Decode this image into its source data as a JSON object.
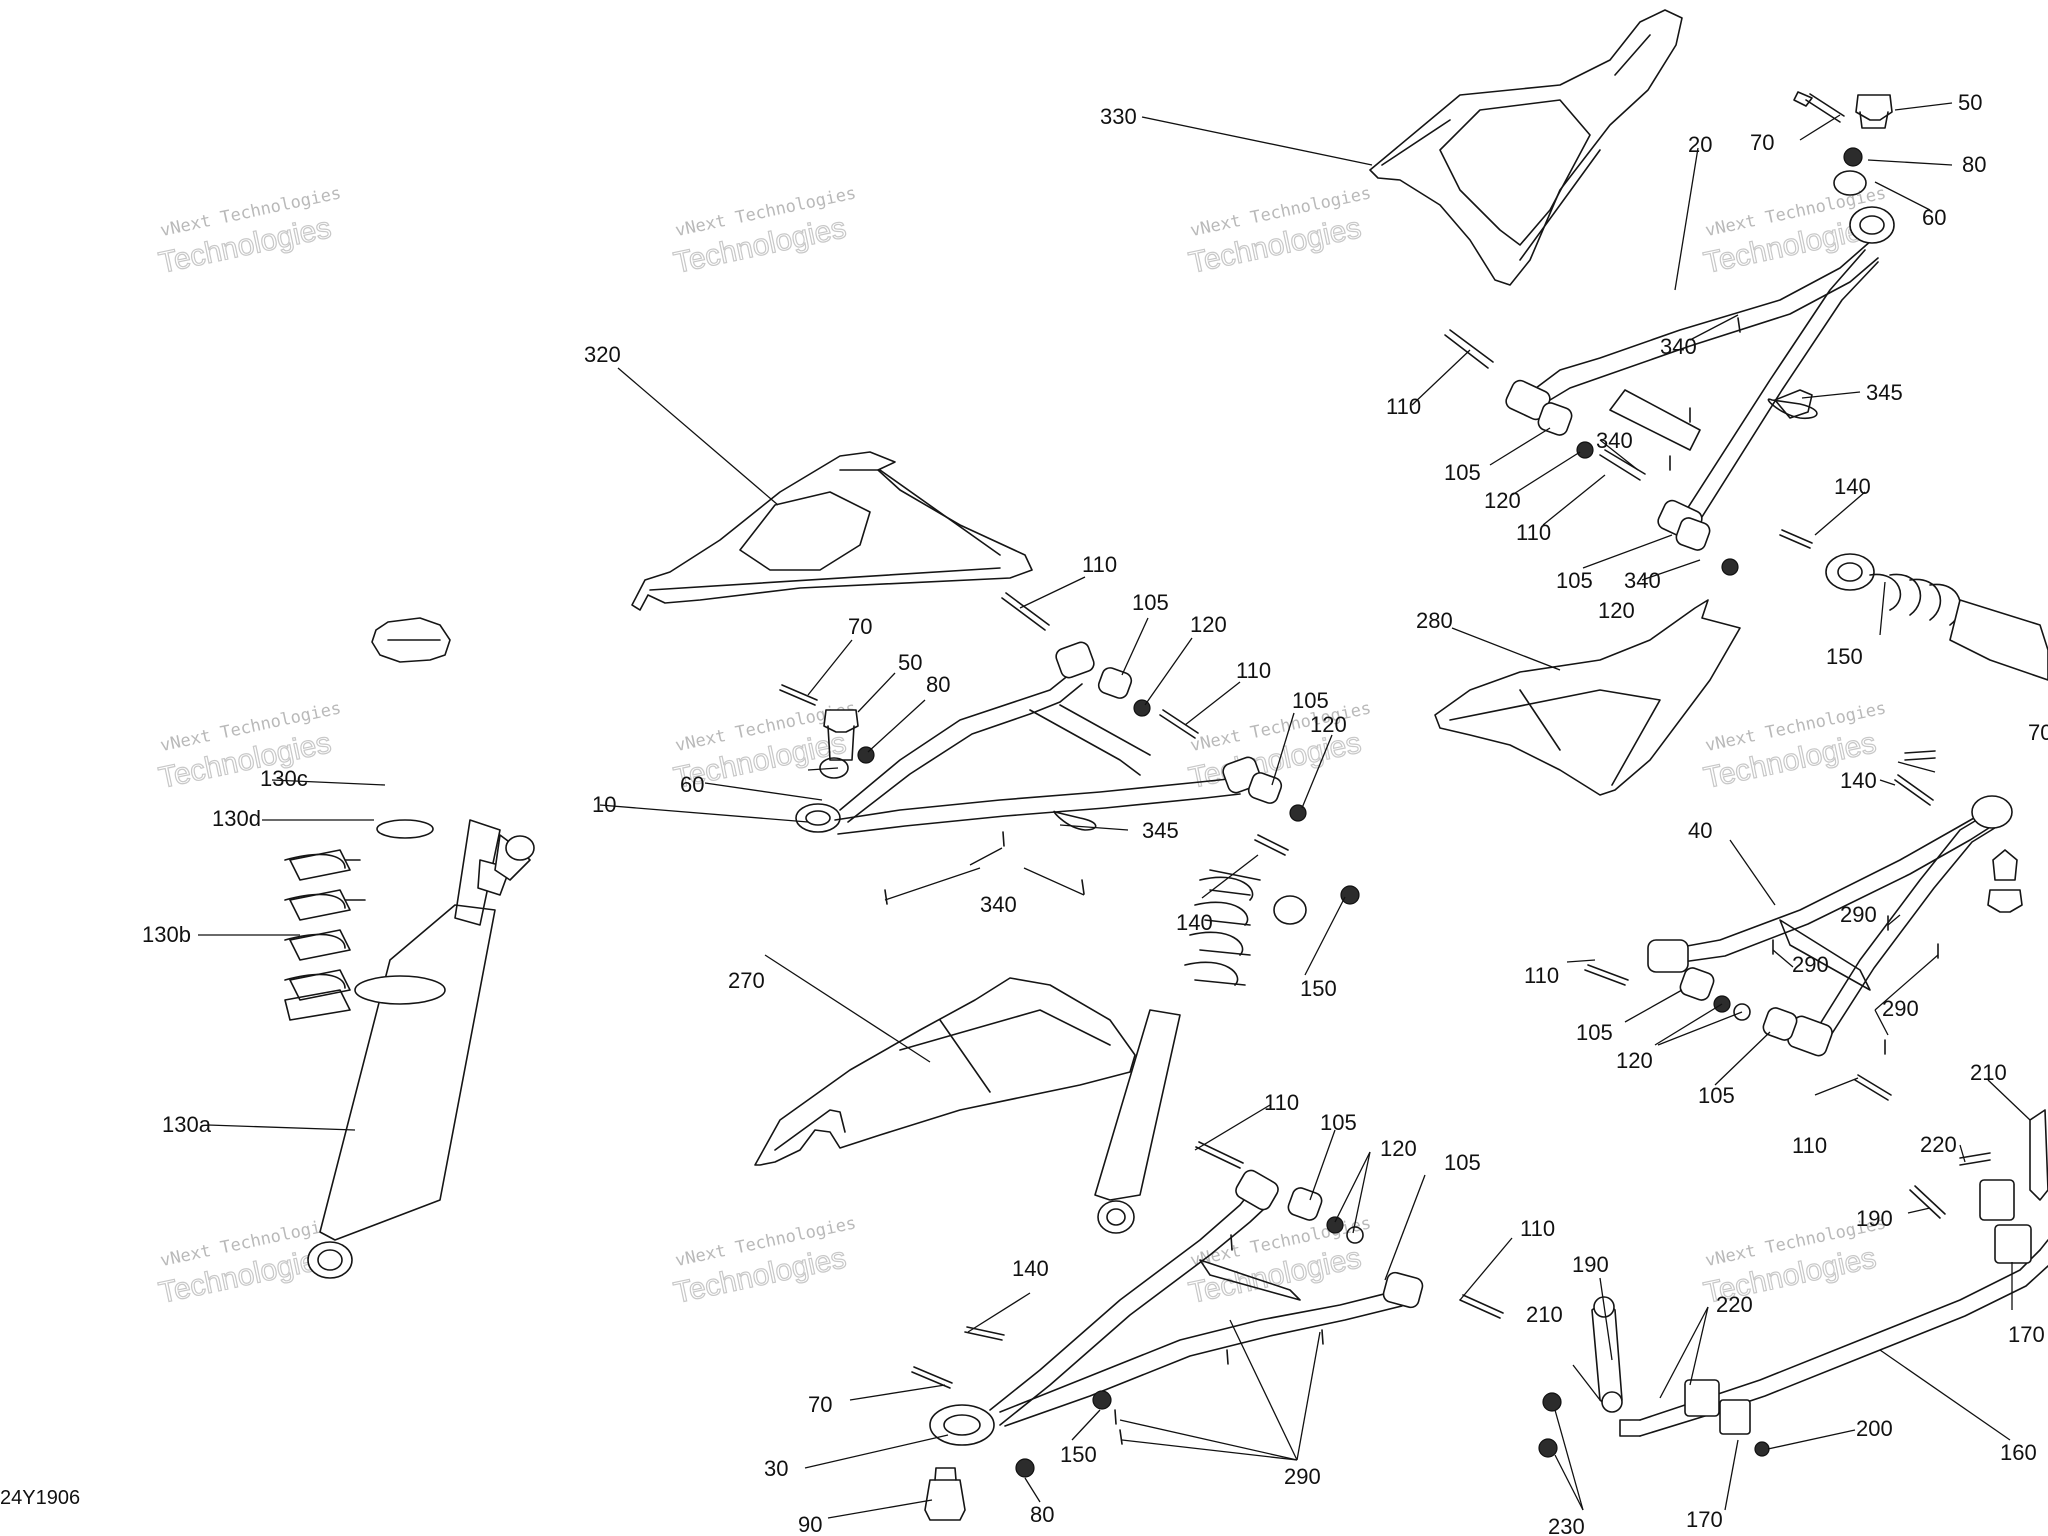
{
  "drawing_code": "24Y1906",
  "watermark": {
    "line1": "vNext Technologies",
    "line2": "Technologies"
  },
  "callouts": [
    {
      "id": "c330",
      "text": "330"
    },
    {
      "id": "c20",
      "text": "20"
    },
    {
      "id": "c50a",
      "text": "50"
    },
    {
      "id": "c70a",
      "text": "70"
    },
    {
      "id": "c80a",
      "text": "80"
    },
    {
      "id": "c60a",
      "text": "60"
    },
    {
      "id": "c340a",
      "text": "340"
    },
    {
      "id": "c110a",
      "text": "110"
    },
    {
      "id": "c345a",
      "text": "345"
    },
    {
      "id": "c340b",
      "text": "340"
    },
    {
      "id": "c105a",
      "text": "105"
    },
    {
      "id": "c120a",
      "text": "120"
    },
    {
      "id": "c110b",
      "text": "110"
    },
    {
      "id": "c140a",
      "text": "140"
    },
    {
      "id": "c105b",
      "text": "105"
    },
    {
      "id": "c340c",
      "text": "340"
    },
    {
      "id": "c120b",
      "text": "120"
    },
    {
      "id": "c150a",
      "text": "150"
    },
    {
      "id": "c320",
      "text": "320"
    },
    {
      "id": "c280",
      "text": "280"
    },
    {
      "id": "c110c",
      "text": "110"
    },
    {
      "id": "c105c",
      "text": "105"
    },
    {
      "id": "c120c",
      "text": "120"
    },
    {
      "id": "c70b",
      "text": "70"
    },
    {
      "id": "c50b",
      "text": "50"
    },
    {
      "id": "c80b",
      "text": "80"
    },
    {
      "id": "c110d",
      "text": "110"
    },
    {
      "id": "c105d",
      "text": "105"
    },
    {
      "id": "c120d",
      "text": "120"
    },
    {
      "id": "c60b",
      "text": "60"
    },
    {
      "id": "c10",
      "text": "10"
    },
    {
      "id": "c345b",
      "text": "345"
    },
    {
      "id": "c340d",
      "text": "340"
    },
    {
      "id": "c130c",
      "text": "130c"
    },
    {
      "id": "c130d",
      "text": "130d"
    },
    {
      "id": "c130b",
      "text": "130b"
    },
    {
      "id": "c130a",
      "text": "130a"
    },
    {
      "id": "c140b",
      "text": "140"
    },
    {
      "id": "c150b",
      "text": "150"
    },
    {
      "id": "c270",
      "text": "270"
    },
    {
      "id": "c70c",
      "text": "70"
    },
    {
      "id": "c140c",
      "text": "140"
    },
    {
      "id": "c40",
      "text": "40"
    },
    {
      "id": "c290a",
      "text": "290"
    },
    {
      "id": "c290b",
      "text": "290"
    },
    {
      "id": "c110e",
      "text": "110"
    },
    {
      "id": "c290c",
      "text": "290"
    },
    {
      "id": "c105e",
      "text": "105"
    },
    {
      "id": "c120e",
      "text": "120"
    },
    {
      "id": "c105f",
      "text": "105"
    },
    {
      "id": "c110f",
      "text": "110"
    },
    {
      "id": "c210a",
      "text": "210"
    },
    {
      "id": "c110g",
      "text": "110"
    },
    {
      "id": "c105g",
      "text": "105"
    },
    {
      "id": "c120f",
      "text": "120"
    },
    {
      "id": "c105h",
      "text": "105"
    },
    {
      "id": "c110h",
      "text": "110"
    },
    {
      "id": "c220a",
      "text": "220"
    },
    {
      "id": "c190a",
      "text": "190"
    },
    {
      "id": "c140d",
      "text": "140"
    },
    {
      "id": "c190b",
      "text": "190"
    },
    {
      "id": "c220b",
      "text": "220"
    },
    {
      "id": "c210b",
      "text": "210"
    },
    {
      "id": "c170a",
      "text": "170"
    },
    {
      "id": "c70d",
      "text": "70"
    },
    {
      "id": "c160",
      "text": "160"
    },
    {
      "id": "c200",
      "text": "200"
    },
    {
      "id": "c30",
      "text": "30"
    },
    {
      "id": "c150c",
      "text": "150"
    },
    {
      "id": "c290d",
      "text": "290"
    },
    {
      "id": "c80c",
      "text": "80"
    },
    {
      "id": "c90",
      "text": "90"
    },
    {
      "id": "c230",
      "text": "230"
    },
    {
      "id": "c170b",
      "text": "170"
    }
  ]
}
